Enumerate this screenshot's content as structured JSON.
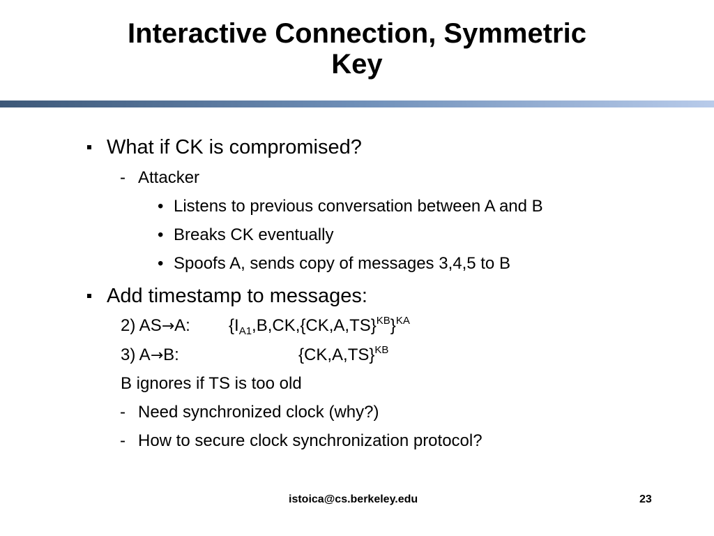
{
  "slide": {
    "title_line1": "Interactive Connection, Symmetric",
    "title_line2": "Key",
    "footer_email": "istoica@cs.berkeley.edu",
    "page_number": "23"
  },
  "content": {
    "b1": "What if CK is compromised?",
    "b1_sub": "Attacker",
    "b1_items": [
      "Listens to previous conversation between A and B",
      "Breaks CK eventually",
      "Spoofs A, sends copy of messages 3,4,5 to B"
    ],
    "b2": "Add timestamp to messages:",
    "msg2": {
      "label": "2) AS",
      "arrow": "→",
      "label_end": "A:",
      "open": "{I",
      "sub_a1": "A1",
      "mid": ",B,CK,{CK,A,TS}",
      "sup_kb": "KB",
      "close": "}",
      "sup_ka": "KA"
    },
    "msg3": {
      "label": "3) A",
      "arrow": "→",
      "label_end": "B:",
      "body": "{CK,A,TS}",
      "sup_kb": "KB"
    },
    "ignore_line": "B ignores if TS is too old",
    "dash_items": [
      "Need synchronized clock (why?)",
      "How to secure clock synchronization protocol?"
    ]
  }
}
